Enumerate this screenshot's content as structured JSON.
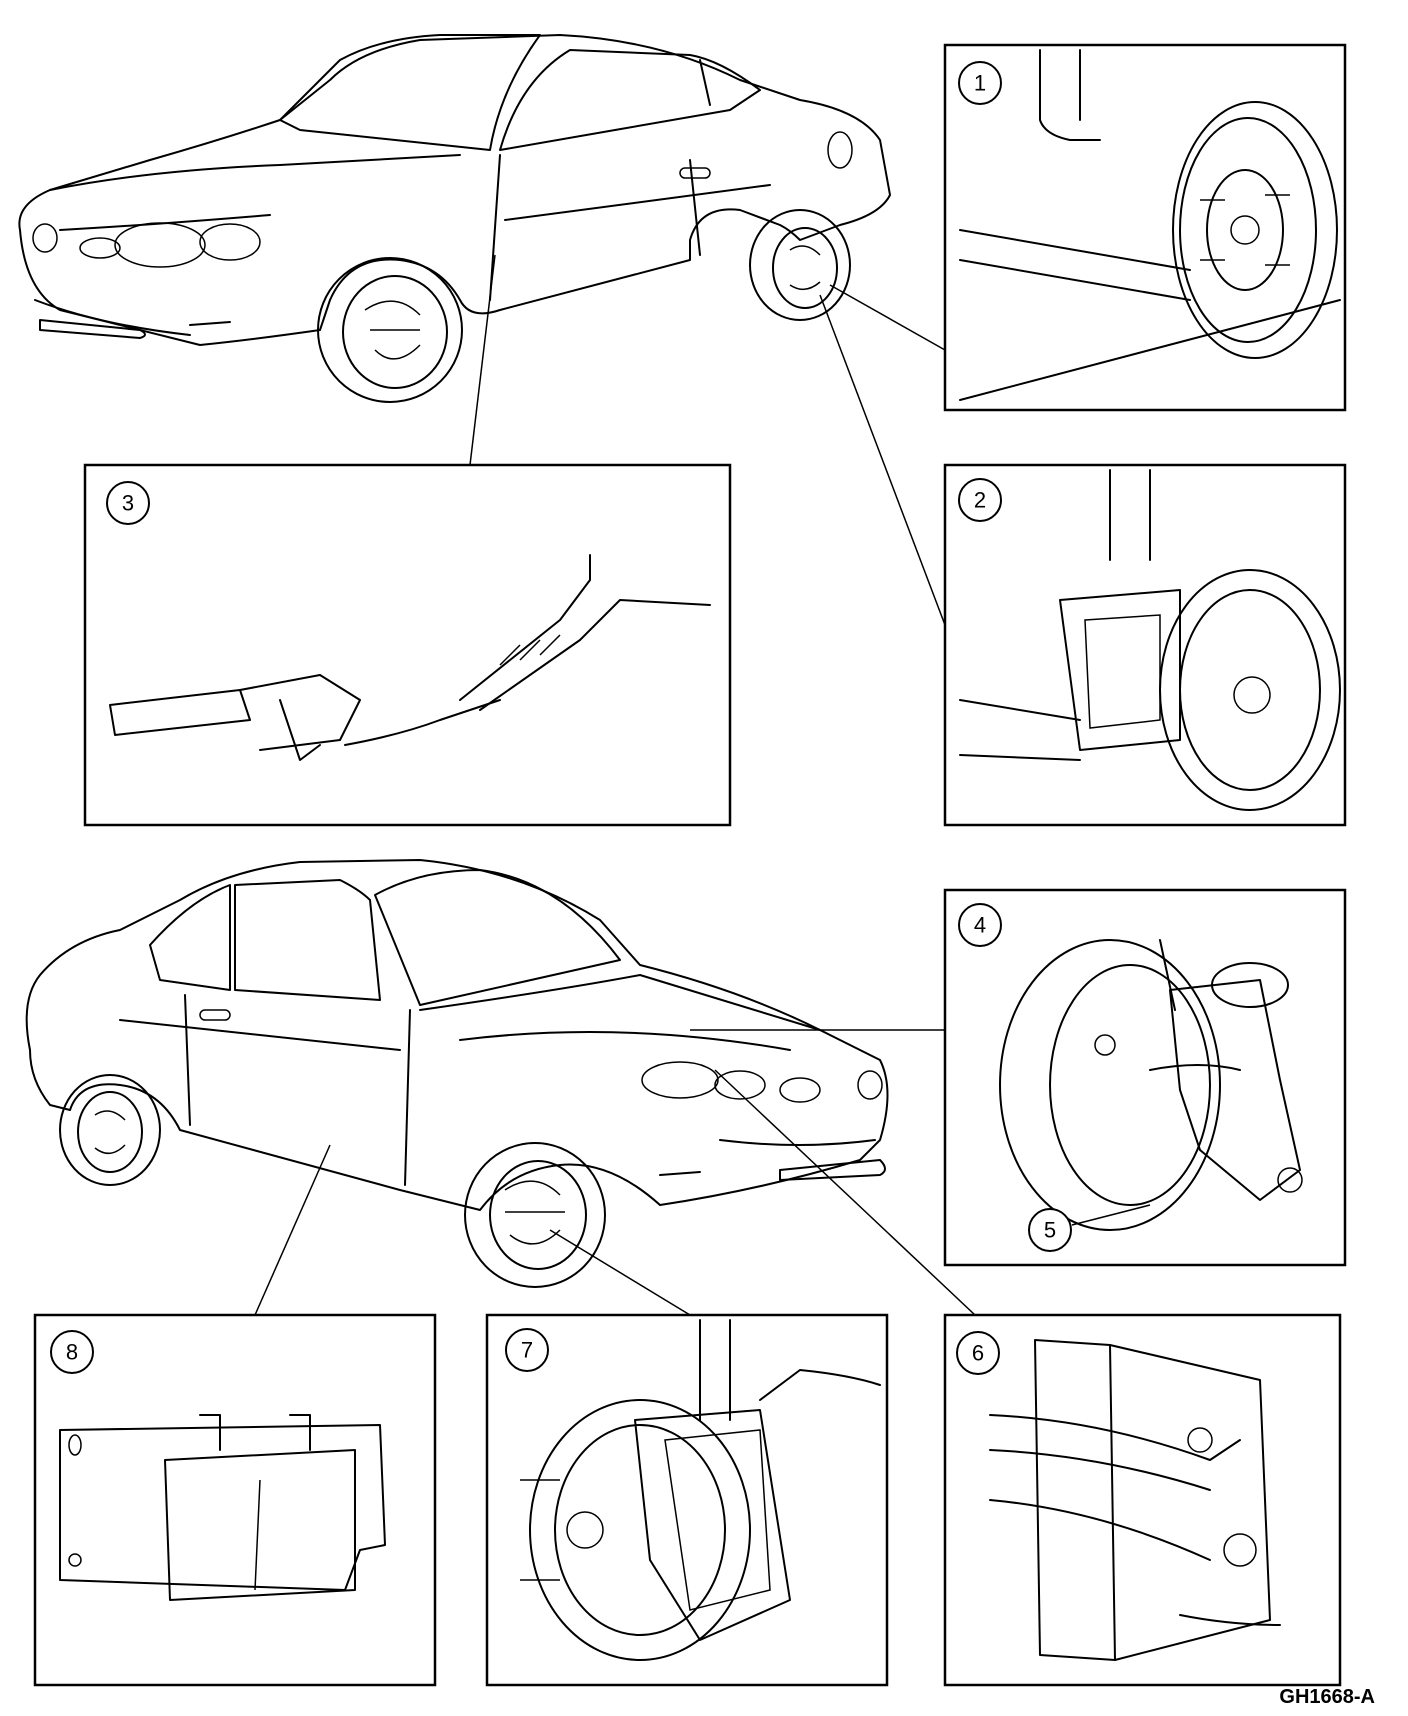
{
  "callouts": [
    {
      "id": "c1",
      "label": "1"
    },
    {
      "id": "c2",
      "label": "2"
    },
    {
      "id": "c3",
      "label": "3"
    },
    {
      "id": "c4",
      "label": "4"
    },
    {
      "id": "c5",
      "label": "5"
    },
    {
      "id": "c6",
      "label": "6"
    },
    {
      "id": "c7",
      "label": "7"
    },
    {
      "id": "c8",
      "label": "8"
    }
  ],
  "figure_id": "GH1668-A"
}
